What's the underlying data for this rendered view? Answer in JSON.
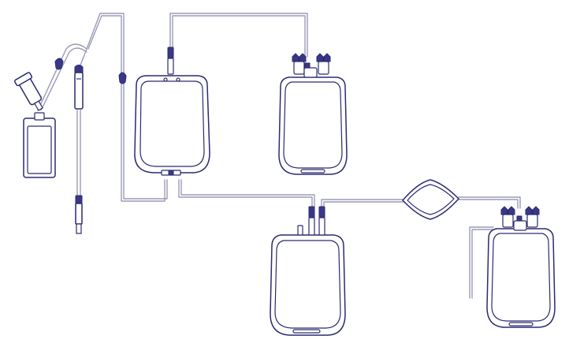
{
  "figure": {
    "subject": "blood-bag-collection-system",
    "has_text": false,
    "colors": {
      "outline": "#2c2a72",
      "tubing": "#9a9ab8",
      "filter_accent": "#3a3886",
      "background": "#ffffff"
    },
    "components": [
      {
        "kind": "sample-pouch"
      },
      {
        "kind": "needle-holder"
      },
      {
        "kind": "collection-needle"
      },
      {
        "kind": "primary-bag"
      },
      {
        "kind": "satellite-bag-upper"
      },
      {
        "kind": "satellite-bag-lower"
      },
      {
        "kind": "leukocyte-filter"
      },
      {
        "kind": "final-storage-bag"
      }
    ]
  }
}
